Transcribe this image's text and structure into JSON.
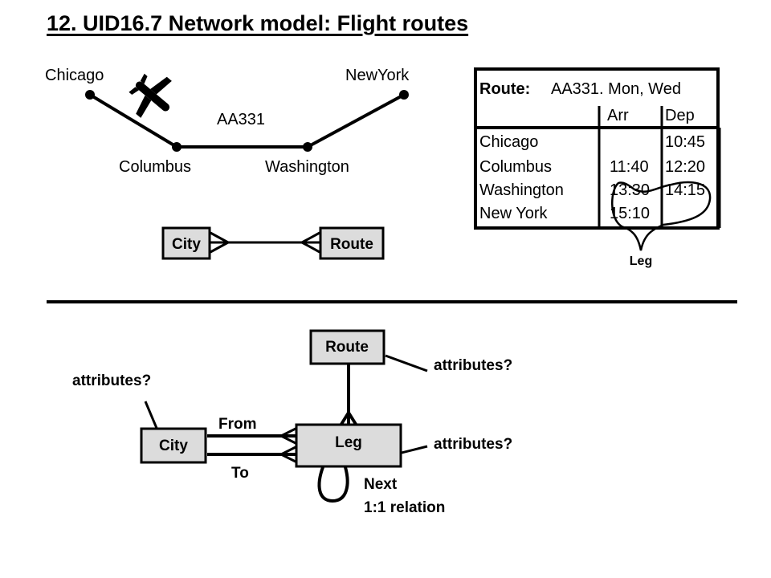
{
  "title": "12. UID16.7  Network model: Flight routes",
  "map": {
    "cities": [
      "Chicago",
      "NewYork",
      "Columbus",
      "Washington"
    ],
    "route_label": "AA331"
  },
  "er_top": {
    "city": "City",
    "route": "Route"
  },
  "schedule": {
    "heading": "Route:",
    "route_text": "AA331. Mon, Wed",
    "col_arr": "Arr",
    "col_dep": "Dep",
    "rows": [
      {
        "city": "Chicago",
        "arr": "",
        "dep": "10:45"
      },
      {
        "city": "Columbus",
        "arr": "11:40",
        "dep": "12:20"
      },
      {
        "city": "Washington",
        "arr": "13:30",
        "dep": "14:15"
      },
      {
        "city": "New York",
        "arr": "15:10",
        "dep": ""
      }
    ],
    "leg_label": "Leg"
  },
  "er_bottom": {
    "route": "Route",
    "city": "City",
    "leg": "Leg",
    "from": "From",
    "to": "To",
    "next": "Next",
    "next_relation": "1:1 relation",
    "route_attributes": "attributes?",
    "city_attributes": "attributes?",
    "leg_attributes": "attributes?"
  },
  "colors": {
    "box_fill": "#dcdcdc",
    "ink": "#000000"
  }
}
